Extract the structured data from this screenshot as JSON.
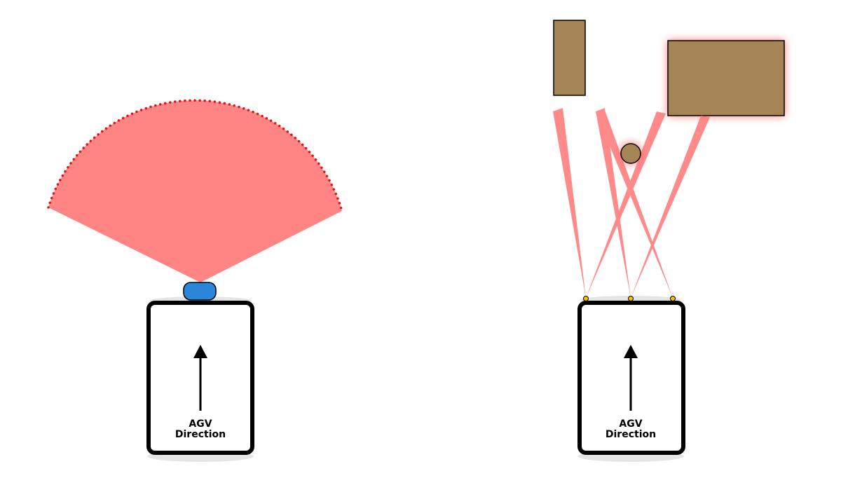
{
  "left_panel": {
    "agv_label_line1": "AGV",
    "agv_label_line2": "Direction",
    "sensor_icon": "laser-scanner-icon",
    "field_icon": "scan-field-sector"
  },
  "right_panel": {
    "agv_label_line1": "AGV",
    "agv_label_line2": "Direction",
    "sensor_icon": "ultrasonic-sensor-icon",
    "obstacle_icons": [
      "tall-box-obstacle",
      "circle-obstacle",
      "wide-box-obstacle"
    ],
    "sensor_count": 3
  },
  "colors": {
    "scan_field": "#ff8585",
    "scan_border": "#e41414",
    "beam": "#ff6e6e",
    "sensor_blue": "#2a86d8",
    "sensor_yellow": "#f2c200",
    "obstacle": "#a58455",
    "highlight_glow": "#ff6b6b",
    "agv_outline": "#000000",
    "shadow": "#e5e5e5"
  }
}
